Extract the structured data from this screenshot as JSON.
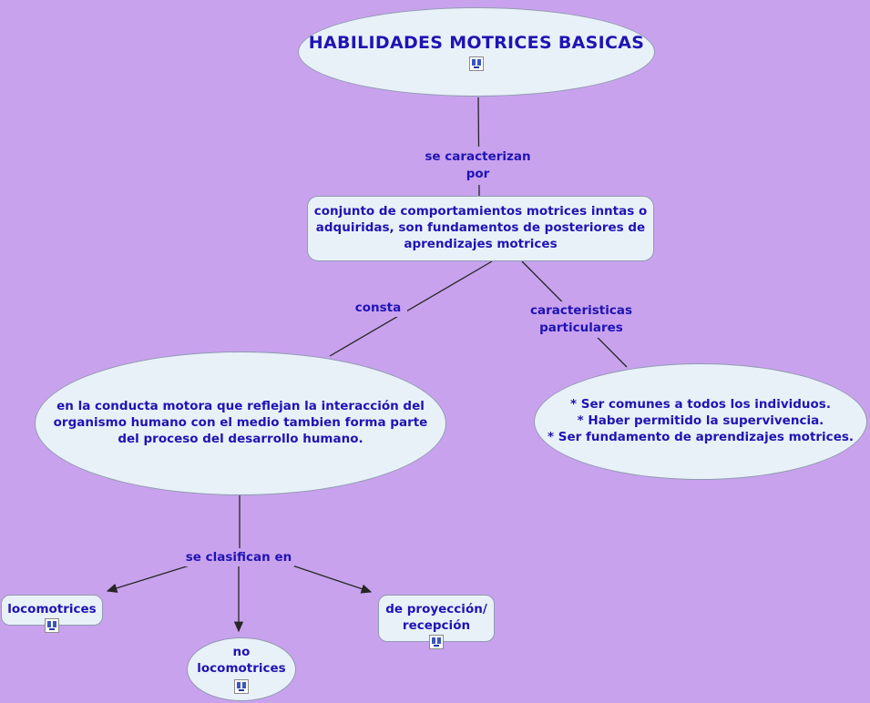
{
  "colors": {
    "background": "#c9a2ee",
    "node-fill": "#e9f1f8",
    "node-border": "#8f9bb0",
    "text": "#1f14b4",
    "line": "#262626"
  },
  "nodes": {
    "title": {
      "label": "HABILIDADES MOTRICES BASICAS"
    },
    "definition": {
      "label": "conjunto de comportamientos motrices inntas o\nadquiridas, son fundamentos de posteriores de\naprendizajes motrices"
    },
    "conducta": {
      "label": "en la conducta motora que reflejan la interacción del\norganismo humano con el medio tambien forma parte\ndel proceso del desarrollo humano."
    },
    "caracteristicas": {
      "label": "* Ser comunes a todos los individuos.\n* Haber permitido la supervivencia.\n* Ser fundamento de aprendizajes motrices."
    },
    "locomotrices": {
      "label": "locomotrices"
    },
    "no_locomotrices": {
      "label": "no\nlocomotrices"
    },
    "proyeccion": {
      "label": "de proyección/\nrecepción"
    }
  },
  "links": {
    "se_caracterizan": "se caracterizan\npor",
    "consta": "consta",
    "caracteristicas_particulares": "caracteristicas\nparticulares",
    "se_clasifican": "se clasifican en"
  }
}
